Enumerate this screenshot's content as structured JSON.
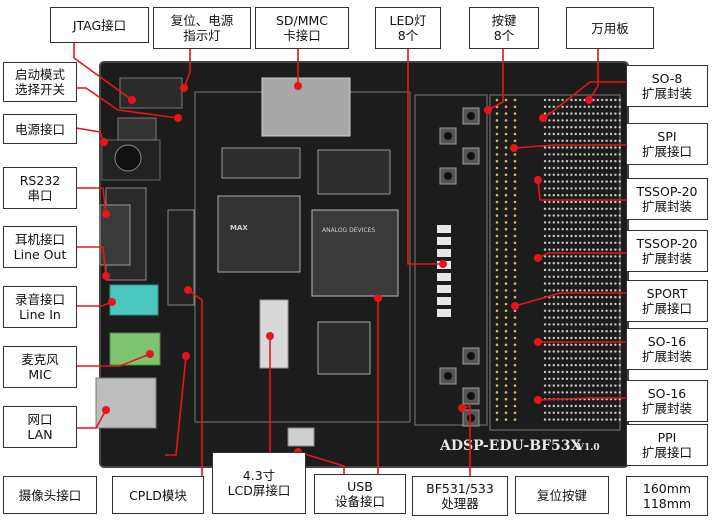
{
  "labels": {
    "jtag": [
      "JTAG接口"
    ],
    "reset_power_led": [
      "复位、电源",
      "指示灯"
    ],
    "sd_mmc": [
      "SD/MMC",
      "卡接口"
    ],
    "led": [
      "LED灯",
      "8个"
    ],
    "keys": [
      "按键",
      "8个"
    ],
    "proto_board": [
      "万用板"
    ],
    "boot_mode": [
      "启动模式",
      "选择开关"
    ],
    "power": [
      "电源接口"
    ],
    "rs232": [
      "RS232",
      "串口"
    ],
    "headphone": [
      "耳机接口",
      "Line Out"
    ],
    "record": [
      "录音接口",
      "Line In"
    ],
    "mic": [
      "麦克风",
      "MIC"
    ],
    "lan": [
      "网口",
      "LAN"
    ],
    "camera": [
      "摄像头接口"
    ],
    "cpld": [
      "CPLD模块"
    ],
    "lcd": [
      "4.3寸",
      "LCD屏接口"
    ],
    "usb": [
      "USB",
      "设备接口"
    ],
    "processor": [
      "BF531/533",
      "处理器"
    ],
    "reset_key": [
      "复位按键"
    ],
    "size": [
      "160mm",
      "118mm"
    ],
    "so8": [
      "SO-8",
      "扩展封装"
    ],
    "spi": [
      "SPI",
      "扩展接口"
    ],
    "tssop20_a": [
      "TSSOP-20",
      "扩展封装"
    ],
    "tssop20_b": [
      "TSSOP-20",
      "扩展封装"
    ],
    "sport": [
      "SPORT",
      "扩展接口"
    ],
    "so16_a": [
      "SO-16",
      "扩展封装"
    ],
    "so16_b": [
      "SO-16",
      "扩展封装"
    ],
    "ppi": [
      "PPI",
      "扩展接口"
    ]
  },
  "board": {
    "silkscreen": "ADSP-EDU-BF53X",
    "version": "V1.0",
    "chip_brand": "ANALOG DEVICES",
    "chip_small": "MAX"
  },
  "colors": {
    "leader_line": "#e8141c",
    "leader_dot": "#e8141c",
    "pcb": "#1b1b1b"
  }
}
